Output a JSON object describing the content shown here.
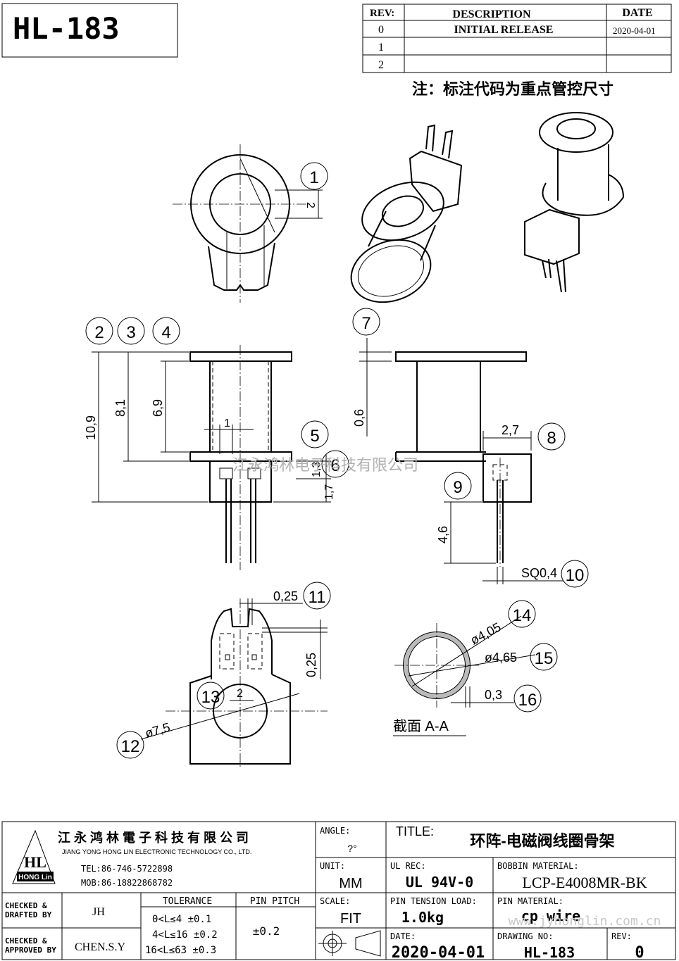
{
  "header": {
    "part_number": "HL-183",
    "rev_label": "REV:",
    "description_label": "DESCRIPTION",
    "date_label": "DATE",
    "revisions": [
      {
        "rev": "0",
        "description": "INITIAL RELEASE",
        "date": "2020-04-01"
      },
      {
        "rev": "1",
        "description": "",
        "date": ""
      },
      {
        "rev": "2",
        "description": "",
        "date": ""
      }
    ],
    "note": "注：标注代码为重点管控尺寸"
  },
  "drawing": {
    "callouts": [
      "1",
      "2",
      "3",
      "4",
      "5",
      "6",
      "7",
      "8",
      "9",
      "10",
      "11",
      "12",
      "13",
      "14",
      "15",
      "16"
    ],
    "dimensions": {
      "top_2": "2",
      "d_10_9": "10,9",
      "d_8_1": "8,1",
      "d_6_9": "6,9",
      "d_1": "1",
      "d_1_3": "1,3",
      "d_1_7": "1,7",
      "d_0_6": "0,6",
      "d_2_7": "2,7",
      "d_4_6": "4,6",
      "sq": "SQ0,4",
      "d_0_25a": "0,25",
      "d_0_25b": "0,25",
      "d_2_bottom": "2",
      "dia_7_5": "ø7,5",
      "dia_4_05": "ø4,05",
      "dia_4_65": "ø4,65",
      "d_0_3": "0,3"
    },
    "section_label": "截面  A-A",
    "watermark": "江永鸿林电子科技有限公司"
  },
  "title_block": {
    "company_cn": "江 永 鸿 林 電 子 科 技 有 限 公 司",
    "company_en": "JIANG YONG HONG LIN ELECTRONIC TECHNOLOGY CO., LTD.",
    "logo_text": "HONG Lin",
    "tel": "TEL:86-746-5722898",
    "mob": "MOB:86-18822868782",
    "angle_label": "ANGLE:",
    "angle_value": "?°",
    "title_label": "TITLE:",
    "title_value": "环阵-电磁阀线圈骨架",
    "unit_label": "UNIT:",
    "unit_value": "MM",
    "ul_label": "UL REC:",
    "ul_value": "UL 94V-0",
    "bobbin_label": "BOBBIN MATERIAL:",
    "bobbin_value": "LCP-E4008MR-BK",
    "checked_drafted_label": "CHECKED &\nDRAFTED BY",
    "checked_drafted_value": "JH",
    "tolerance_label": "TOLERANCE",
    "tolerances": [
      "0<L≤4   ±0.1",
      "4<L≤16  ±0.2",
      "16<L≤63 ±0.3"
    ],
    "pin_pitch_label": "PIN PITCH",
    "pin_pitch_value": "±0.2",
    "scale_label": "SCALE:",
    "scale_value": "FIT",
    "pin_tension_label": "PIN TENSION LOAD:",
    "pin_tension_value": "1.0kg",
    "pin_material_label": "PIN MATERIAL:",
    "pin_material_value": "cp wire",
    "checked_approved_label": "CHECKED &\nAPPROVED BY",
    "checked_approved_value": "CHEN.S.Y",
    "date_label": "DATE:",
    "date_value": "2020-04-01",
    "drawing_no_label": "DRAWING NO:",
    "drawing_no_value": "HL-183",
    "rev_label": "REV:",
    "rev_value": "0",
    "website": "www.jyhonglin.com.cn"
  }
}
